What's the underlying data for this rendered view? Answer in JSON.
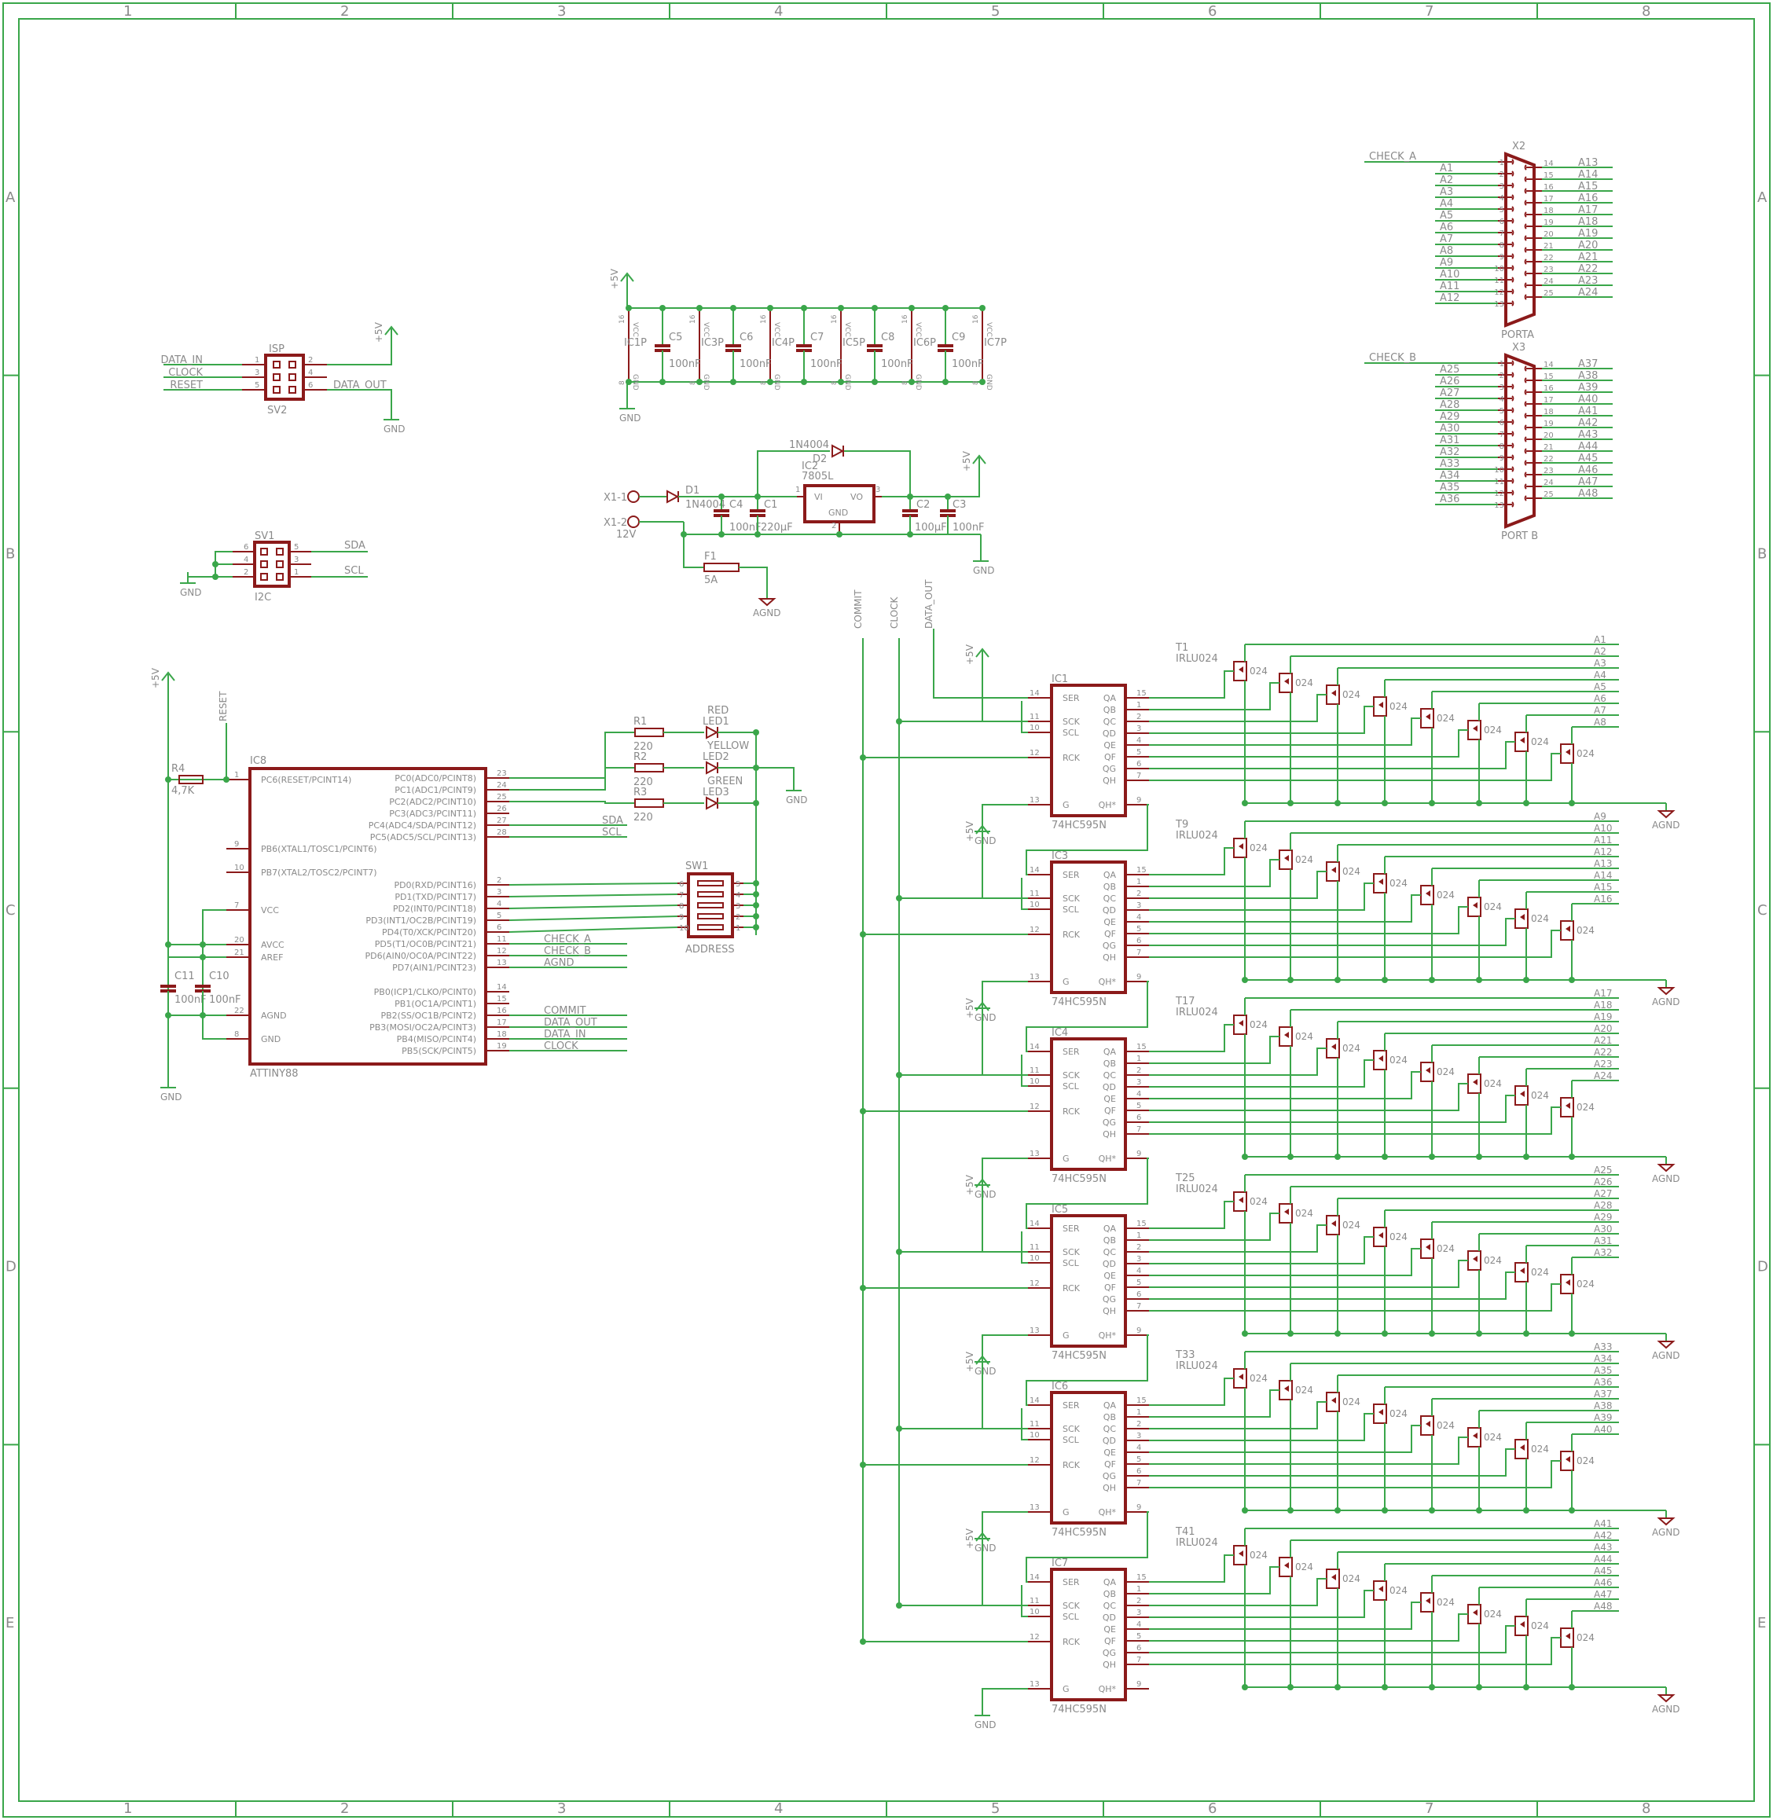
{
  "frame": {
    "columns": [
      "1",
      "2",
      "3",
      "4",
      "5",
      "6",
      "7",
      "8"
    ],
    "rows": [
      "A",
      "B",
      "C",
      "D",
      "E"
    ]
  },
  "isp": {
    "name": "ISP",
    "part": "SV2",
    "left_pins": [
      "1",
      "3",
      "5"
    ],
    "right_pins": [
      "2",
      "4",
      "6"
    ],
    "left_nets": [
      "DATA_IN",
      "CLOCK",
      "RESET"
    ],
    "right_net": "DATA_OUT",
    "supply": "+5V",
    "gnd": "GND"
  },
  "i2c": {
    "name": "SV1",
    "part": "I2C",
    "left_pins": [
      "6",
      "4",
      "2"
    ],
    "right_pins": [
      "5",
      "3",
      "1"
    ],
    "nets": [
      "SDA",
      "SCL"
    ],
    "gnd": "GND"
  },
  "decoupling": {
    "supply": "+5V",
    "gnd": "GND",
    "ic_labels": [
      "IC1P",
      "IC3P",
      "IC4P",
      "IC5P",
      "IC6P",
      "IC7P"
    ],
    "caps": [
      "C5",
      "C6",
      "C7",
      "C8",
      "C9"
    ],
    "value": "100nF",
    "vcc": "VCC",
    "gndpin": "GND",
    "pin_top": "16",
    "pin_bot": "8"
  },
  "power": {
    "x1_1": "X1-1",
    "x1_2": "X1-2",
    "vin": "12V",
    "d1": "D1",
    "d1_val": "1N4004",
    "d2": "D2",
    "d2_val": "1N4004",
    "ic2": "IC2",
    "ic2_val": "7805L",
    "vi": "VI",
    "vo": "VO",
    "gnd_pin": "GND",
    "pins": [
      "1",
      "3",
      "2"
    ],
    "c4": "C4",
    "c4_val": "100nF",
    "c1": "C1",
    "c1_val": "220µF",
    "c2": "C2",
    "c2_val": "100µF",
    "c3": "C3",
    "c3_val": "100nF",
    "f1": "F1",
    "f1_val": "5A",
    "supply": "+5V",
    "gnd": "GND",
    "agnd": "AGND"
  },
  "mcu": {
    "name": "IC8",
    "part": "ATTINY88",
    "r4": "R4",
    "r4_val": "4,7K",
    "reset_net": "RESET",
    "supply": "+5V",
    "gnd": "GND",
    "c11": "C11",
    "c11_val": "100nF",
    "c10": "C10",
    "c10_val": "100nF",
    "left_pins": [
      {
        "n": "1",
        "l": "PC6(RESET/PCINT14)"
      },
      {
        "n": "9",
        "l": "PB6(XTAL1/TOSC1/PCINT6)"
      },
      {
        "n": "10",
        "l": "PB7(XTAL2/TOSC2/PCINT7)"
      },
      {
        "n": "7",
        "l": "VCC"
      },
      {
        "n": "20",
        "l": "AVCC"
      },
      {
        "n": "21",
        "l": "AREF"
      },
      {
        "n": "22",
        "l": "AGND"
      },
      {
        "n": "8",
        "l": "GND"
      }
    ],
    "right_pins": [
      {
        "n": "23",
        "l": "PC0(ADC0/PCINT8)"
      },
      {
        "n": "24",
        "l": "PC1(ADC1/PCINT9)"
      },
      {
        "n": "25",
        "l": "PC2(ADC2/PCINT10)"
      },
      {
        "n": "26",
        "l": "PC3(ADC3/PCINT11)"
      },
      {
        "n": "27",
        "l": "PC4(ADC4/SDA/PCINT12)",
        "net": "SDA"
      },
      {
        "n": "28",
        "l": "PC5(ADC5/SCL/PCINT13)",
        "net": "SCL"
      },
      {
        "n": "2",
        "l": "PD0(RXD/PCINT16)"
      },
      {
        "n": "3",
        "l": "PD1(TXD/PCINT17)"
      },
      {
        "n": "4",
        "l": "PD2(INT0/PCINT18)"
      },
      {
        "n": "5",
        "l": "PD3(INT1/OC2B/PCINT19)"
      },
      {
        "n": "6",
        "l": "PD4(T0/XCK/PCINT20)"
      },
      {
        "n": "11",
        "l": "PD5(T1/OC0B/PCINT21)",
        "net": "CHECK_A"
      },
      {
        "n": "12",
        "l": "PD6(AIN0/OC0A/PCINT22)",
        "net": "CHECK_B"
      },
      {
        "n": "13",
        "l": "PD7(AIN1/PCINT23)",
        "net": "AGND"
      },
      {
        "n": "14",
        "l": "PB0(ICP1/CLKO/PCINT0)"
      },
      {
        "n": "15",
        "l": "PB1(OC1A/PCINT1)"
      },
      {
        "n": "16",
        "l": "PB2(SS/OC1B/PCINT2)",
        "net": "COMMIT"
      },
      {
        "n": "17",
        "l": "PB3(MOSI/OC2A/PCINT3)",
        "net": "DATA_OUT"
      },
      {
        "n": "18",
        "l": "PB4(MISO/PCINT4)",
        "net": "DATA_IN"
      },
      {
        "n": "19",
        "l": "PB5(SCK/PCINT5)",
        "net": "CLOCK"
      }
    ]
  },
  "leds": [
    {
      "r": "R1",
      "rv": "220",
      "color": "RED",
      "led": "LED1"
    },
    {
      "r": "R2",
      "rv": "220",
      "color": "YELLOW",
      "led": "LED2"
    },
    {
      "r": "R3",
      "rv": "220",
      "color": "GREEN",
      "led": "LED3"
    }
  ],
  "led_gnd": "GND",
  "sw1": {
    "name": "SW1",
    "part": "ADDRESS",
    "left": [
      "6",
      "7",
      "8",
      "9",
      "10"
    ],
    "right": [
      "5",
      "4",
      "3",
      "2",
      "1"
    ]
  },
  "bus_labels": [
    "COMMIT",
    "CLOCK",
    "DATA_OUT"
  ],
  "shift_regs": [
    {
      "name": "IC1",
      "t": "T1"
    },
    {
      "name": "IC3",
      "t": "T9"
    },
    {
      "name": "IC4",
      "t": "T17"
    },
    {
      "name": "IC5",
      "t": "T25"
    },
    {
      "name": "IC6",
      "t": "T33"
    },
    {
      "name": "IC7",
      "t": "T41"
    }
  ],
  "sr_common": {
    "part": "74HC595N",
    "left": [
      {
        "n": "14",
        "l": "SER"
      },
      {
        "n": "11",
        "l": "SCK"
      },
      {
        "n": "10",
        "l": "SCL"
      },
      {
        "n": "12",
        "l": "RCK"
      },
      {
        "n": "13",
        "l": "G"
      }
    ],
    "right_labels": [
      "QA",
      "QB",
      "QC",
      "QD",
      "QE",
      "QF",
      "QG",
      "QH",
      "QH*"
    ],
    "right_pins": [
      "15",
      "1",
      "2",
      "3",
      "4",
      "5",
      "6",
      "7",
      "9"
    ],
    "fet": "IRLU024",
    "fet_short": "024",
    "supply": "+5V",
    "gnd": "GND",
    "agnd": "AGND"
  },
  "outputs": [
    "A1",
    "A2",
    "A3",
    "A4",
    "A5",
    "A6",
    "A7",
    "A8",
    "A9",
    "A10",
    "A11",
    "A12",
    "A13",
    "A14",
    "A15",
    "A16",
    "A17",
    "A18",
    "A19",
    "A20",
    "A21",
    "A22",
    "A23",
    "A24",
    "A25",
    "A26",
    "A27",
    "A28",
    "A29",
    "A30",
    "A31",
    "A32",
    "A33",
    "A34",
    "A35",
    "A36",
    "A37",
    "A38",
    "A39",
    "A40",
    "A41",
    "A42",
    "A43",
    "A44",
    "A45",
    "A46",
    "A47",
    "A48"
  ],
  "porta": {
    "name": "X2",
    "label": "PORTA",
    "check": "CHECK_A",
    "left_pins": [
      "1",
      "2",
      "3",
      "4",
      "5",
      "6",
      "7",
      "8",
      "9",
      "10",
      "11",
      "12",
      "13"
    ],
    "right_pins": [
      "14",
      "15",
      "16",
      "17",
      "18",
      "19",
      "20",
      "21",
      "22",
      "23",
      "24",
      "25"
    ],
    "left_nets": [
      "A1",
      "A2",
      "A3",
      "A4",
      "A5",
      "A6",
      "A7",
      "A8",
      "A9",
      "A10",
      "A11",
      "A12"
    ],
    "right_nets": [
      "A13",
      "A14",
      "A15",
      "A16",
      "A17",
      "A18",
      "A19",
      "A20",
      "A21",
      "A22",
      "A23",
      "A24"
    ]
  },
  "portb": {
    "name": "X3",
    "label": "PORT B",
    "check": "CHECK_B",
    "left_pins": [
      "1",
      "2",
      "3",
      "4",
      "5",
      "6",
      "7",
      "8",
      "9",
      "10",
      "11",
      "12",
      "13"
    ],
    "right_pins": [
      "14",
      "15",
      "16",
      "17",
      "18",
      "19",
      "20",
      "21",
      "22",
      "23",
      "24",
      "25"
    ],
    "left_nets": [
      "A25",
      "A26",
      "A27",
      "A28",
      "A29",
      "A30",
      "A31",
      "A32",
      "A33",
      "A34",
      "A35",
      "A36"
    ],
    "right_nets": [
      "A37",
      "A38",
      "A39",
      "A40",
      "A41",
      "A42",
      "A43",
      "A44",
      "A45",
      "A46",
      "A47",
      "A48"
    ]
  }
}
